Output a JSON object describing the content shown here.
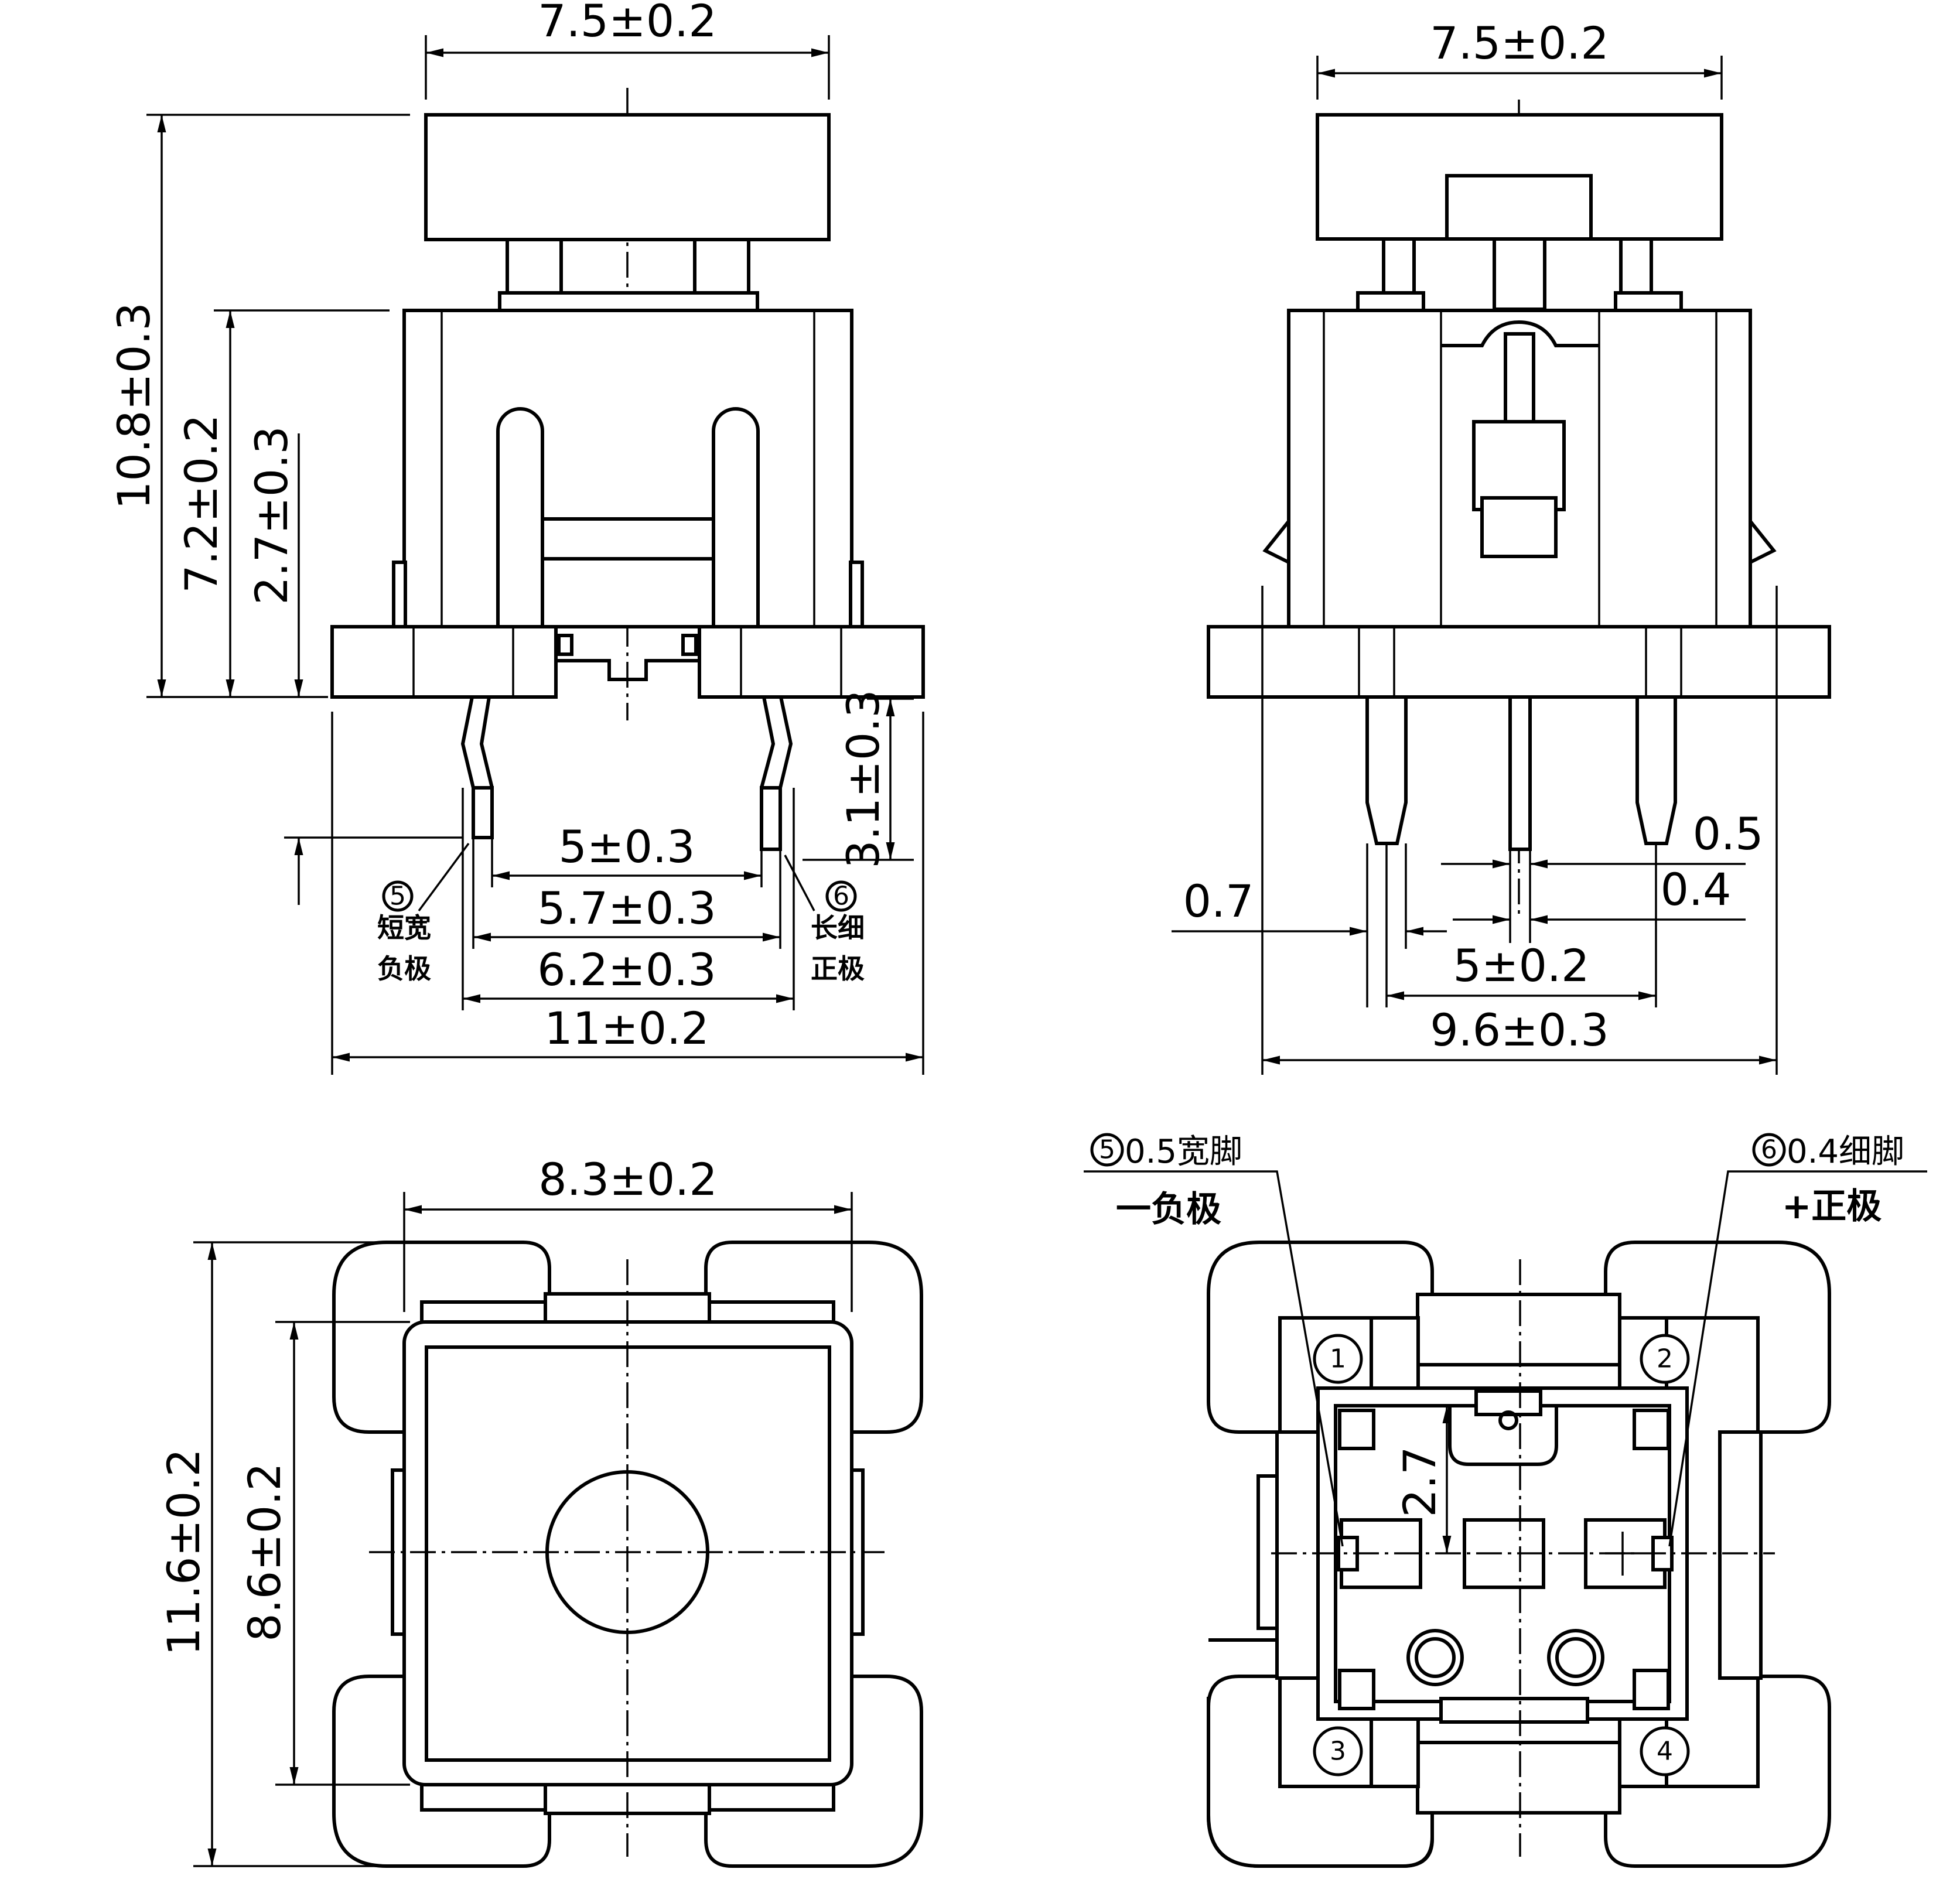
{
  "front_view": {
    "dim_body_width": "7.5±0.2",
    "dim_total_height": "10.8±0.3",
    "dim_body_height": "7.2±0.2",
    "dim_clip_height": "2.7±0.3",
    "dim_pin_length": "3.1±0.3",
    "dim_pin_inner": "5±0.3",
    "dim_pin_mid": "5.7±0.3",
    "dim_pin_outer": "6.2±0.3",
    "dim_base_width": "11±0.2",
    "pin5_number": "5",
    "pin5_line1": "短宽",
    "pin5_line2": "负极",
    "pin6_number": "6",
    "pin6_line1": "长细",
    "pin6_line2": "正极"
  },
  "side_view": {
    "dim_body_width": "7.5±0.2",
    "dim_pin_wide": "0.5",
    "dim_pin_thin": "0.4",
    "dim_clip": "0.7",
    "dim_pin_pitch": "5±0.2",
    "dim_base_width": "9.6±0.3"
  },
  "top_view": {
    "dim_cap_width": "8.3±0.2",
    "dim_total_depth": "11.6±0.2",
    "dim_cap_depth": "8.6±0.2"
  },
  "bottom_view": {
    "pin5_number": "5",
    "pin5_label": "0.5宽脚",
    "pin5_polarity": "一负极",
    "pin6_number": "6",
    "pin6_label": "0.4细脚",
    "pin6_polarity": "+正极",
    "dim_offset": "2.7",
    "pins": [
      "1",
      "2",
      "3",
      "4"
    ]
  }
}
